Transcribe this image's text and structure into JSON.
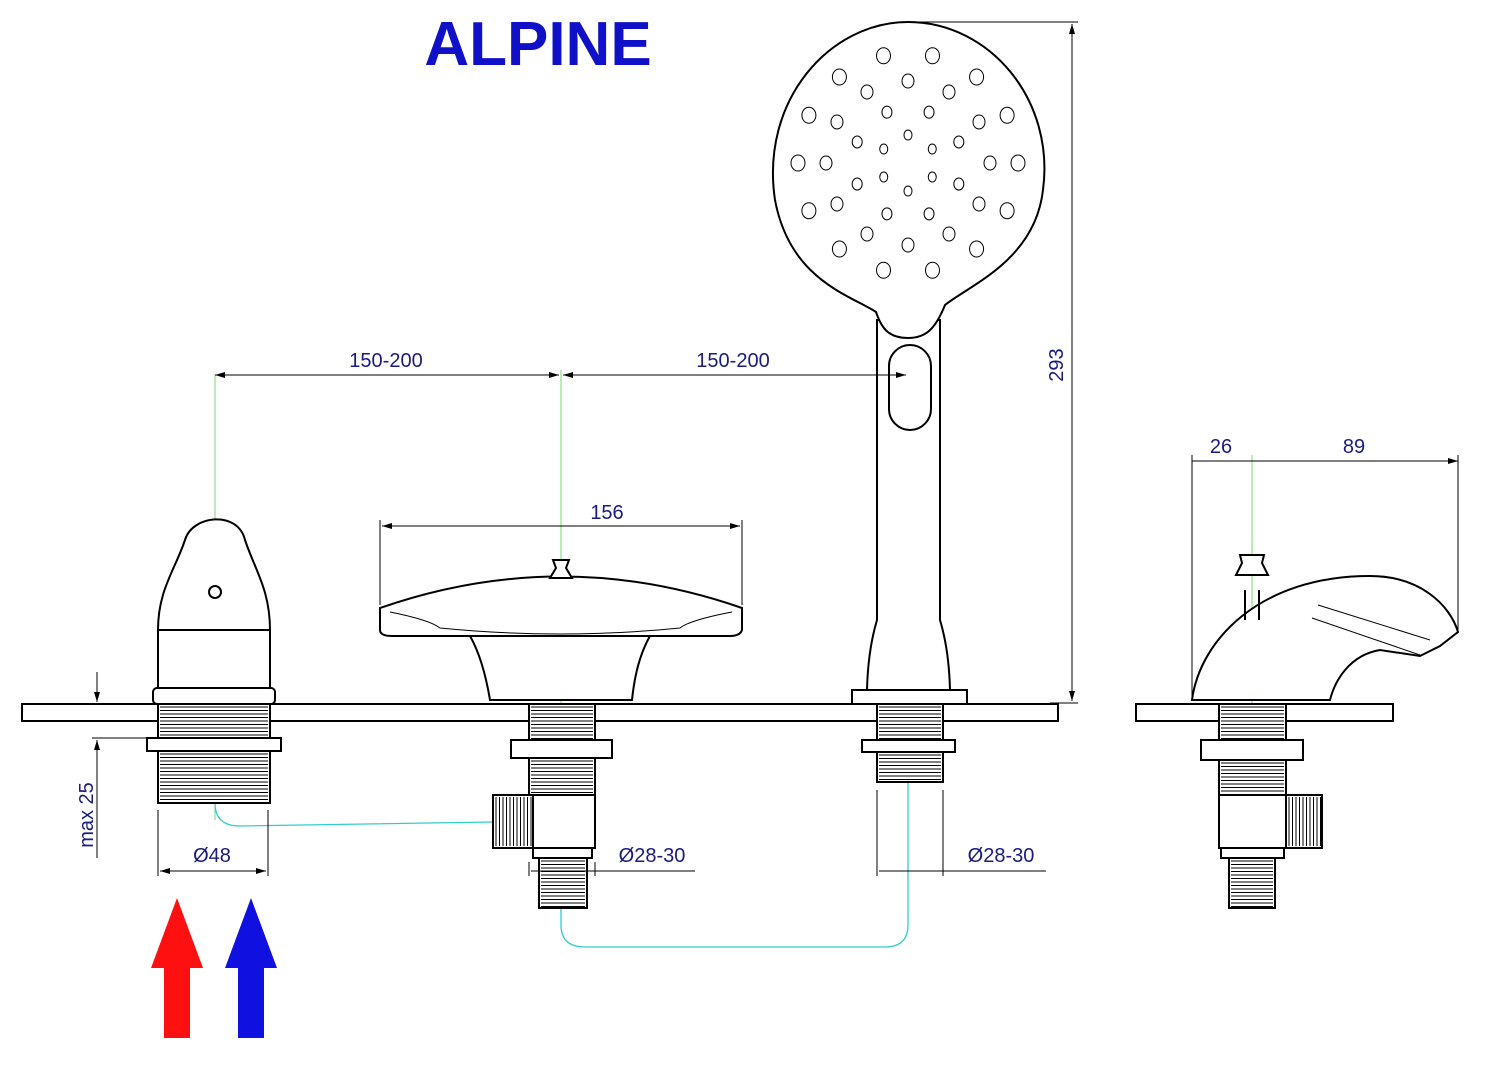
{
  "title": "ALPINE",
  "dimensions": {
    "left_spacing": "150-200",
    "right_spacing": "150-200",
    "spout_width": "156",
    "shower_height": "293",
    "side_offset": "26",
    "side_reach": "89",
    "max_deck_thickness": "max 25",
    "handle_diameter": "Ø48",
    "spout_hole_diameter": "Ø28-30",
    "shower_hole_diameter": "Ø28-30"
  },
  "colors": {
    "hot": "#ff1010",
    "cold": "#1010e0",
    "title": "#1010c8",
    "hose": "#33cccc"
  }
}
